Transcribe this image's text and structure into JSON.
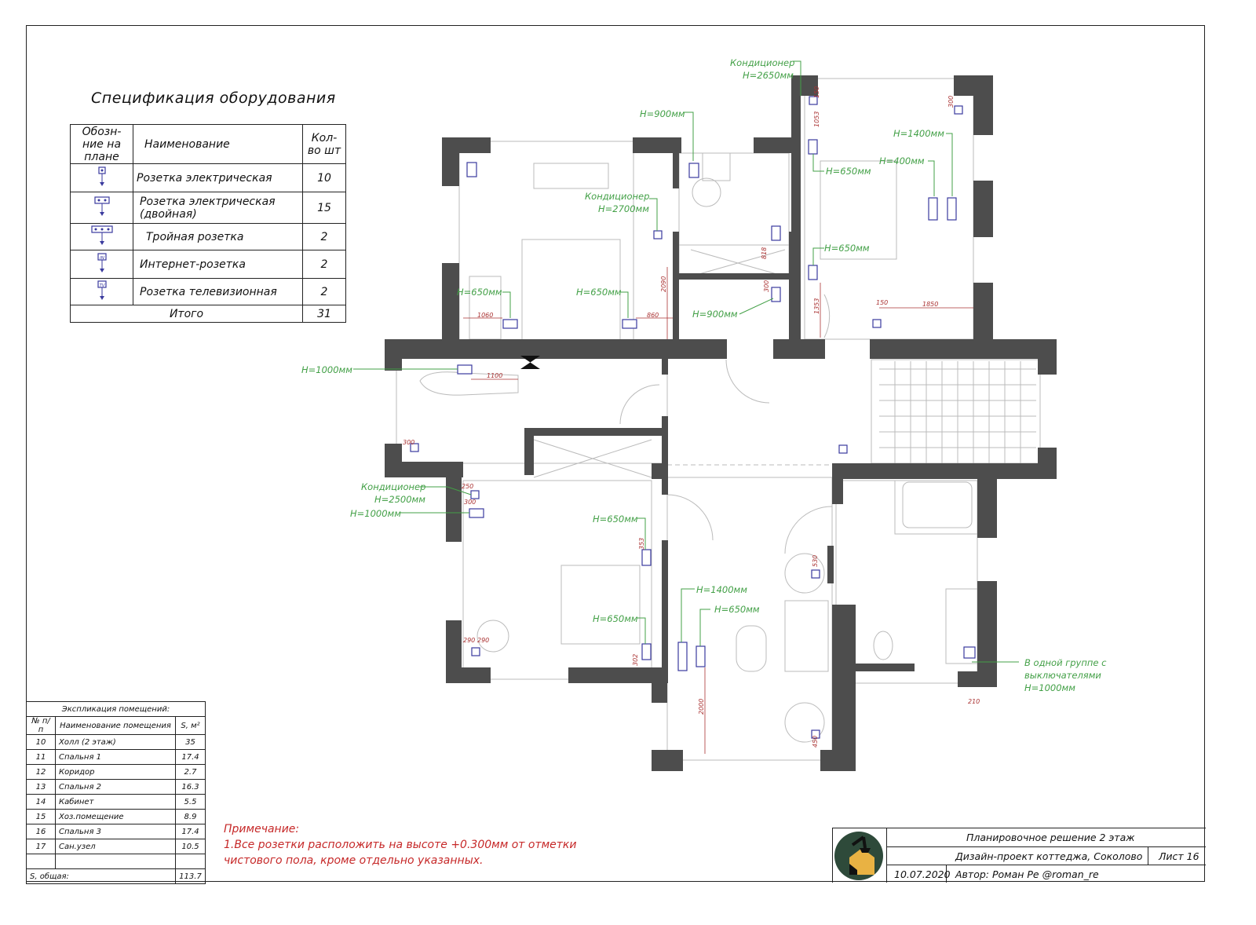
{
  "spec": {
    "title": "Спецификация оборудования",
    "header": {
      "col1": "Обозн-ние на плане",
      "col2": "Наименование",
      "col3": "Кол-во шт"
    },
    "rows": [
      {
        "name": "Розетка электрическая",
        "qty": "10",
        "icon": "single-socket-icon"
      },
      {
        "name": "Розетка электрическая (двойная)",
        "qty": "15",
        "icon": "double-socket-icon"
      },
      {
        "name": "Тройная розетка",
        "qty": "2",
        "icon": "triple-socket-icon"
      },
      {
        "name": "Интернет-розетка",
        "qty": "2",
        "icon": "internet-socket-icon"
      },
      {
        "name": "Розетка телевизионная",
        "qty": "2",
        "icon": "tv-socket-icon"
      }
    ],
    "total_label": "Итого",
    "total_qty": "31",
    "icon_labels": {
      "internet": "IN",
      "tv": "TV"
    }
  },
  "explication": {
    "title": "Экспликация помещений:",
    "header": {
      "num": "№ п/п",
      "name": "Наименование помещения",
      "area": "S, м²"
    },
    "rows": [
      {
        "num": "10",
        "name": "Холл (2 этаж)",
        "area": "35"
      },
      {
        "num": "11",
        "name": "Спальня 1",
        "area": "17.4"
      },
      {
        "num": "12",
        "name": "Коридор",
        "area": "2.7"
      },
      {
        "num": "13",
        "name": "Спальня 2",
        "area": "16.3"
      },
      {
        "num": "14",
        "name": "Кабинет",
        "area": "5.5"
      },
      {
        "num": "15",
        "name": "Хоз.помещение",
        "area": "8.9"
      },
      {
        "num": "16",
        "name": "Спальня 3",
        "area": "17.4"
      },
      {
        "num": "17",
        "name": "Сан.узел",
        "area": "10.5"
      }
    ],
    "total_label": "S, общая:",
    "total_area": "113.7"
  },
  "note": {
    "title": "Примечание:",
    "line1": "1.Все розетки расположить на высоте +0.300мм от отметки",
    "line2": "чистового пола, кроме отдельно указанных."
  },
  "title_block": {
    "sheet_title": "Планировочное решение 2 этаж",
    "project": "Дизайн-проект коттеджа, Соколово",
    "sheet": "Лист 16",
    "date": "10.07.2020",
    "author": "Автор: Роман Ре @roman_re"
  },
  "plan_labels": {
    "ac1": "Кондиционер",
    "ac1_h": "H=2650мм",
    "ac2": "Кондиционер",
    "ac2_h": "H=2700мм",
    "ac3": "Кондиционер",
    "ac3_h": "H=2500мм",
    "h900_a": "H=900мм",
    "h900_b": "H=900мм",
    "h1400_a": "H=1400мм",
    "h1400_b": "H=1400мм",
    "h400": "H=400мм",
    "h650_a": "H=650мм",
    "h650_b": "H=650мм",
    "h650_c": "H=650мм",
    "h650_d": "H=650мм",
    "h650_e": "H=650мм",
    "h650_f": "H=650мм",
    "h650_g": "H=650мм",
    "h1000_a": "H=1000мм",
    "h1000_b": "H=1000мм",
    "group1": "В одной группе с",
    "group2": "выключателями",
    "group3": "H=1000мм"
  },
  "dimensions": [
    "1060",
    "860",
    "2090",
    "1100",
    "300",
    "250",
    "300",
    "150",
    "1850",
    "1353",
    "300",
    "818",
    "1053",
    "150",
    "300",
    "353",
    "530",
    "302",
    "2000",
    "450",
    "290",
    "290",
    "210"
  ],
  "colors": {
    "wall": "#4d4d4d",
    "green": "#43a047",
    "socket": "#3a3a9e",
    "red": "#c62828",
    "dim": "#a33333"
  }
}
